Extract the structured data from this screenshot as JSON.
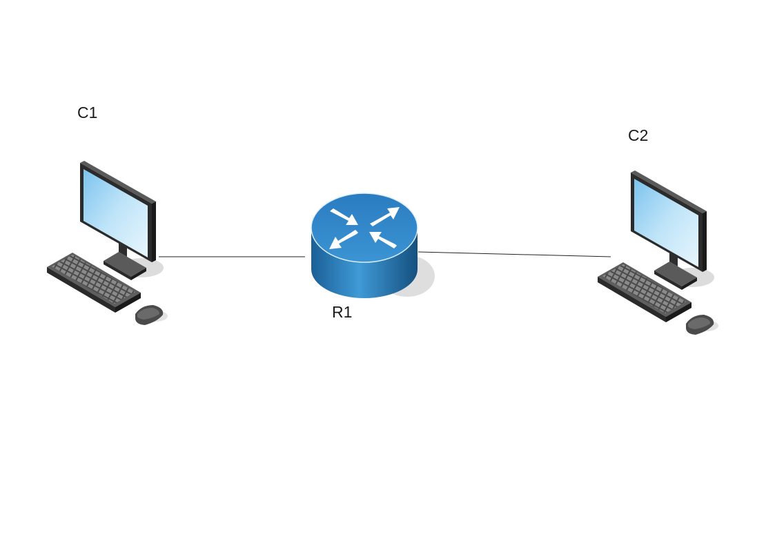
{
  "nodes": {
    "c1": {
      "label": "C1",
      "type": "computer",
      "icon": "desktop-computer-icon"
    },
    "r1": {
      "label": "R1",
      "type": "router",
      "icon": "router-icon"
    },
    "c2": {
      "label": "C2",
      "type": "computer",
      "icon": "desktop-computer-icon"
    }
  },
  "links": [
    {
      "from": "C1",
      "to": "R1"
    },
    {
      "from": "R1",
      "to": "C2"
    }
  ],
  "colors": {
    "router_top": "#2f84c6",
    "router_side": "#1e6aa8",
    "screen": "#9fd3f2",
    "device_body": "#3c3c3c",
    "link": "#222222"
  }
}
